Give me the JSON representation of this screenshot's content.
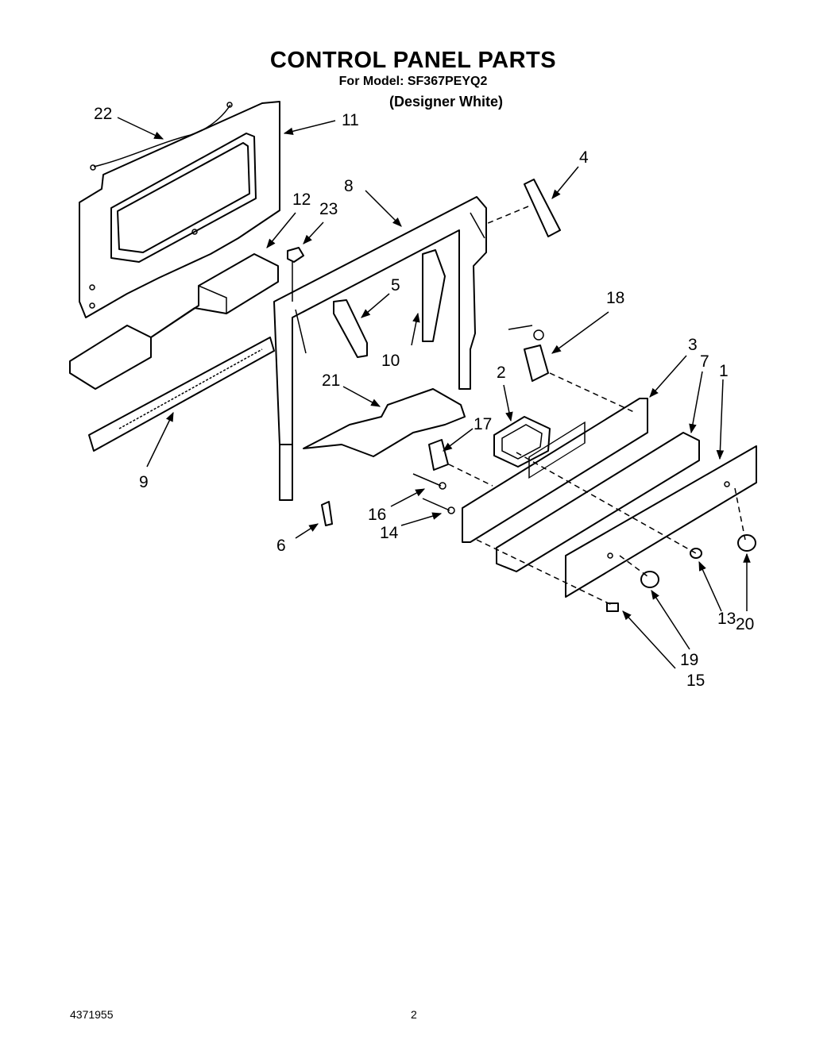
{
  "header": {
    "title": "CONTROL PANEL PARTS",
    "model_line": "For Model: SF367PEYQ2",
    "variant": "(Designer White)"
  },
  "footer": {
    "doc_number": "4371955",
    "page_number": "2"
  },
  "callouts": [
    "22",
    "11",
    "4",
    "8",
    "12",
    "23",
    "5",
    "18",
    "10",
    "3",
    "7",
    "1",
    "21",
    "2",
    "17",
    "9",
    "16",
    "14",
    "6",
    "20",
    "13",
    "19",
    "15"
  ]
}
